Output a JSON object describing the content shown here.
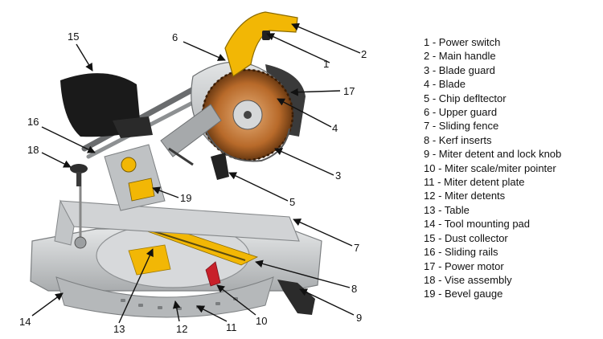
{
  "legend": [
    "1 - Power switch",
    "2 - Main handle",
    "3 - Blade guard",
    "4 - Blade",
    "5 - Chip defltector",
    "6 - Upper guard",
    "7 - Sliding fence",
    "8 - Kerf inserts",
    "9 -  Miter detent and lock knob",
    "10 - Miter scale/miter pointer",
    "11 - Miter detent plate",
    "12 - Miter detents",
    "13 - Table",
    "14 - Tool mounting pad",
    "15 - Dust collector",
    "16 - Sliding rails",
    "17 - Power motor",
    "18 - Vise assembly",
    "19 - Bevel  gauge"
  ],
  "callouts": {
    "n1": "1",
    "n2": "2",
    "n3": "3",
    "n4": "4",
    "n5": "5",
    "n6": "6",
    "n7": "7",
    "n8": "8",
    "n9": "9",
    "n10": "10",
    "n11": "11",
    "n12": "12",
    "n13": "13",
    "n14": "14",
    "n15": "15",
    "n16": "16",
    "n17": "17",
    "n18": "18",
    "n19": "19"
  },
  "colors": {
    "tool_yellow": "#f2b705",
    "body_silver": "#c9ccce",
    "dark_gray": "#3a3a3a",
    "dust_bag": "#1a1a1a",
    "blade_orange": "#b86a2a",
    "safety_red": "#c8202a"
  }
}
